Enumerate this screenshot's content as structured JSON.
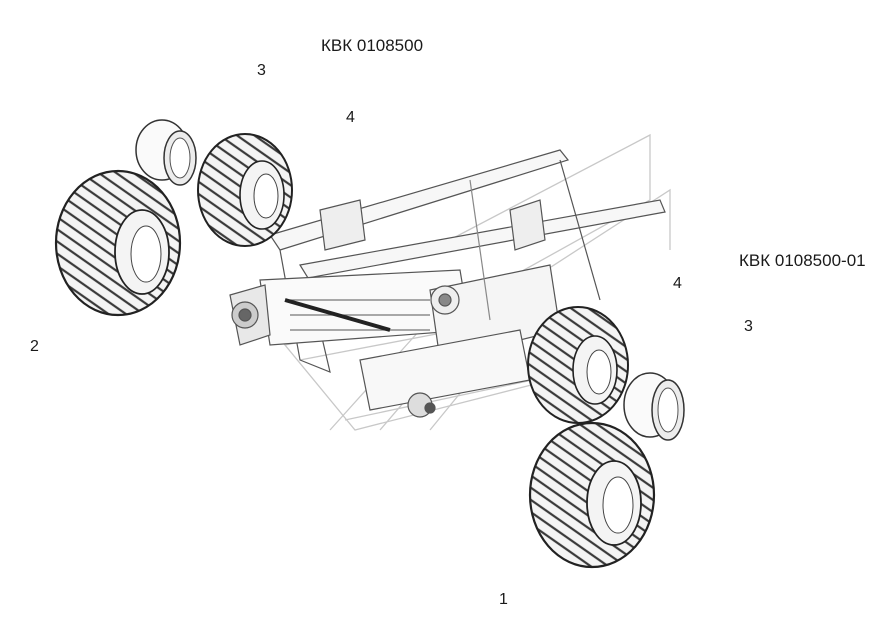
{
  "labels": {
    "variant_a": "КВК 0108500",
    "variant_b": "КВК 0108500-01"
  },
  "callouts": {
    "c1": "1",
    "c2": "2",
    "c3_top": "3",
    "c3_right": "3",
    "c4_top": "4",
    "c4_right": "4"
  }
}
